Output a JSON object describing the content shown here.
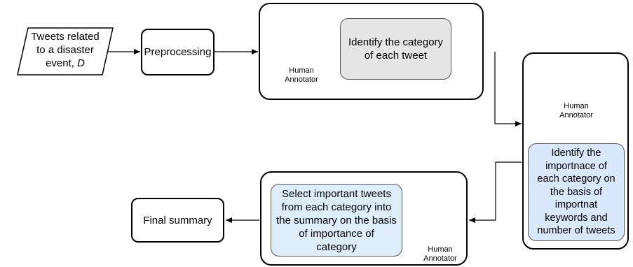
{
  "input_node": {
    "line1": "Tweets related",
    "line2": "to a disaster",
    "line3a": "event, ",
    "line3b": "D"
  },
  "preprocessing": "Preprocessing",
  "stage1": {
    "annotator_line1": "Human",
    "annotator_line2": "Annotator",
    "task_line1": "Identify the category",
    "task_line2": "of each tweet",
    "task_color": "#e6e6e6"
  },
  "stage2": {
    "annotator_line1": "Human",
    "annotator_line2": "Annotator",
    "task_lines": [
      "Identify the",
      "importnace of",
      "each category on",
      "the basis of",
      "importnat",
      "keywords and",
      "number of tweets"
    ],
    "task_color": "#dae8fc"
  },
  "stage3": {
    "annotator_line1": "Human",
    "annotator_line2": "Annotator",
    "task_lines": [
      "Select important tweets",
      "from each category into",
      "the summary on the basis",
      "of importance of",
      "category"
    ],
    "task_color": "#ddeefa"
  },
  "final": "Final summary"
}
